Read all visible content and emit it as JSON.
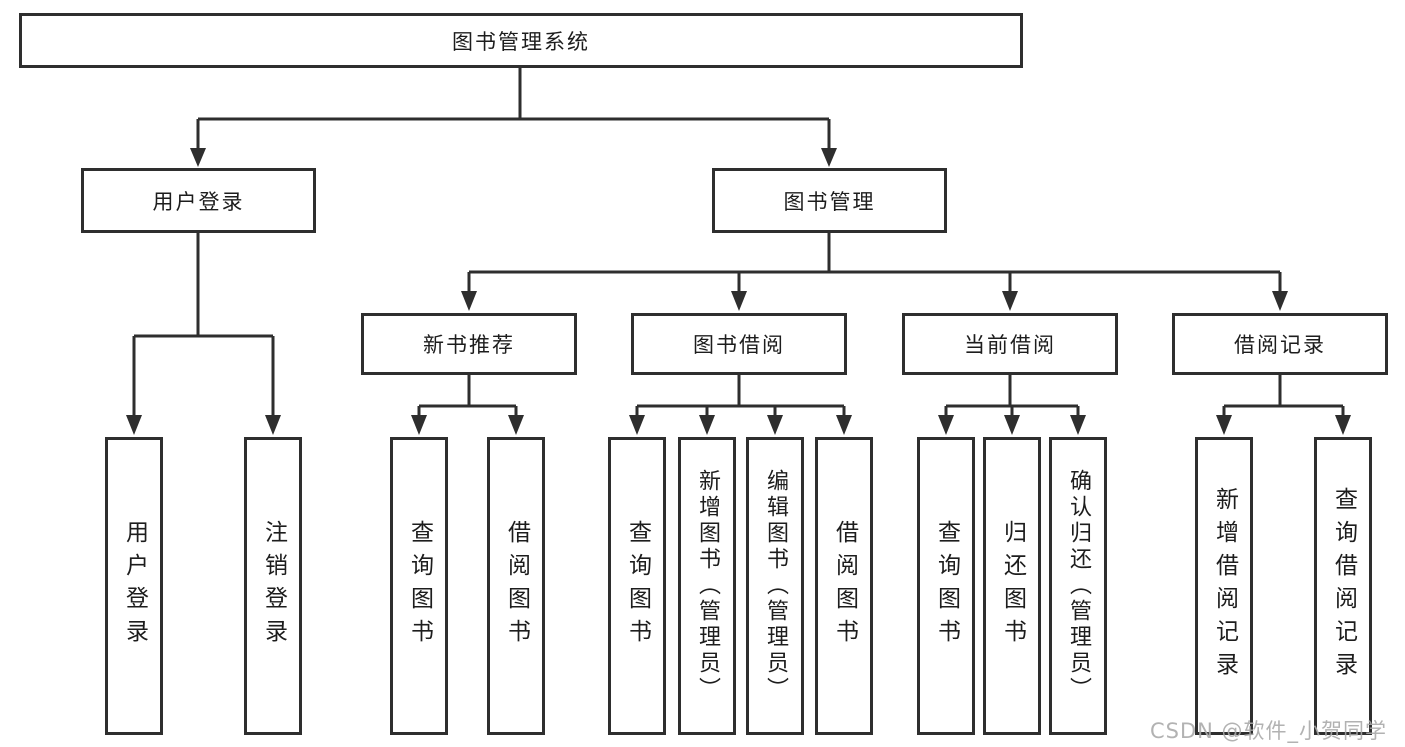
{
  "diagram": {
    "root": {
      "label": "图书管理系统"
    },
    "level2": [
      {
        "label": "用户登录",
        "children": [
          {
            "label": "用户登录"
          },
          {
            "label": "注销登录"
          }
        ]
      },
      {
        "label": "图书管理",
        "children": [
          {
            "label": "新书推荐",
            "children": [
              {
                "label": "查询图书"
              },
              {
                "label": "借阅图书"
              }
            ]
          },
          {
            "label": "图书借阅",
            "children": [
              {
                "label": "查询图书"
              },
              {
                "label": "新增图书（管理员）"
              },
              {
                "label": "编辑图书（管理员）"
              },
              {
                "label": "借阅图书"
              }
            ]
          },
          {
            "label": "当前借阅",
            "children": [
              {
                "label": "查询图书"
              },
              {
                "label": "归还图书"
              },
              {
                "label": "确认归还（管理员）"
              }
            ]
          },
          {
            "label": "借阅记录",
            "children": [
              {
                "label": "新增借阅记录"
              },
              {
                "label": "查询借阅记录"
              }
            ]
          }
        ]
      }
    ]
  },
  "watermark": {
    "text": "CSDN @软件_小贺同学"
  },
  "colors": {
    "line": "#2e2e2e",
    "box_border": "#2e2e2e",
    "box_background": "#ffffff",
    "text": "#1d1d1d",
    "watermark": "#aaaaaa",
    "background": "#ffffff"
  }
}
